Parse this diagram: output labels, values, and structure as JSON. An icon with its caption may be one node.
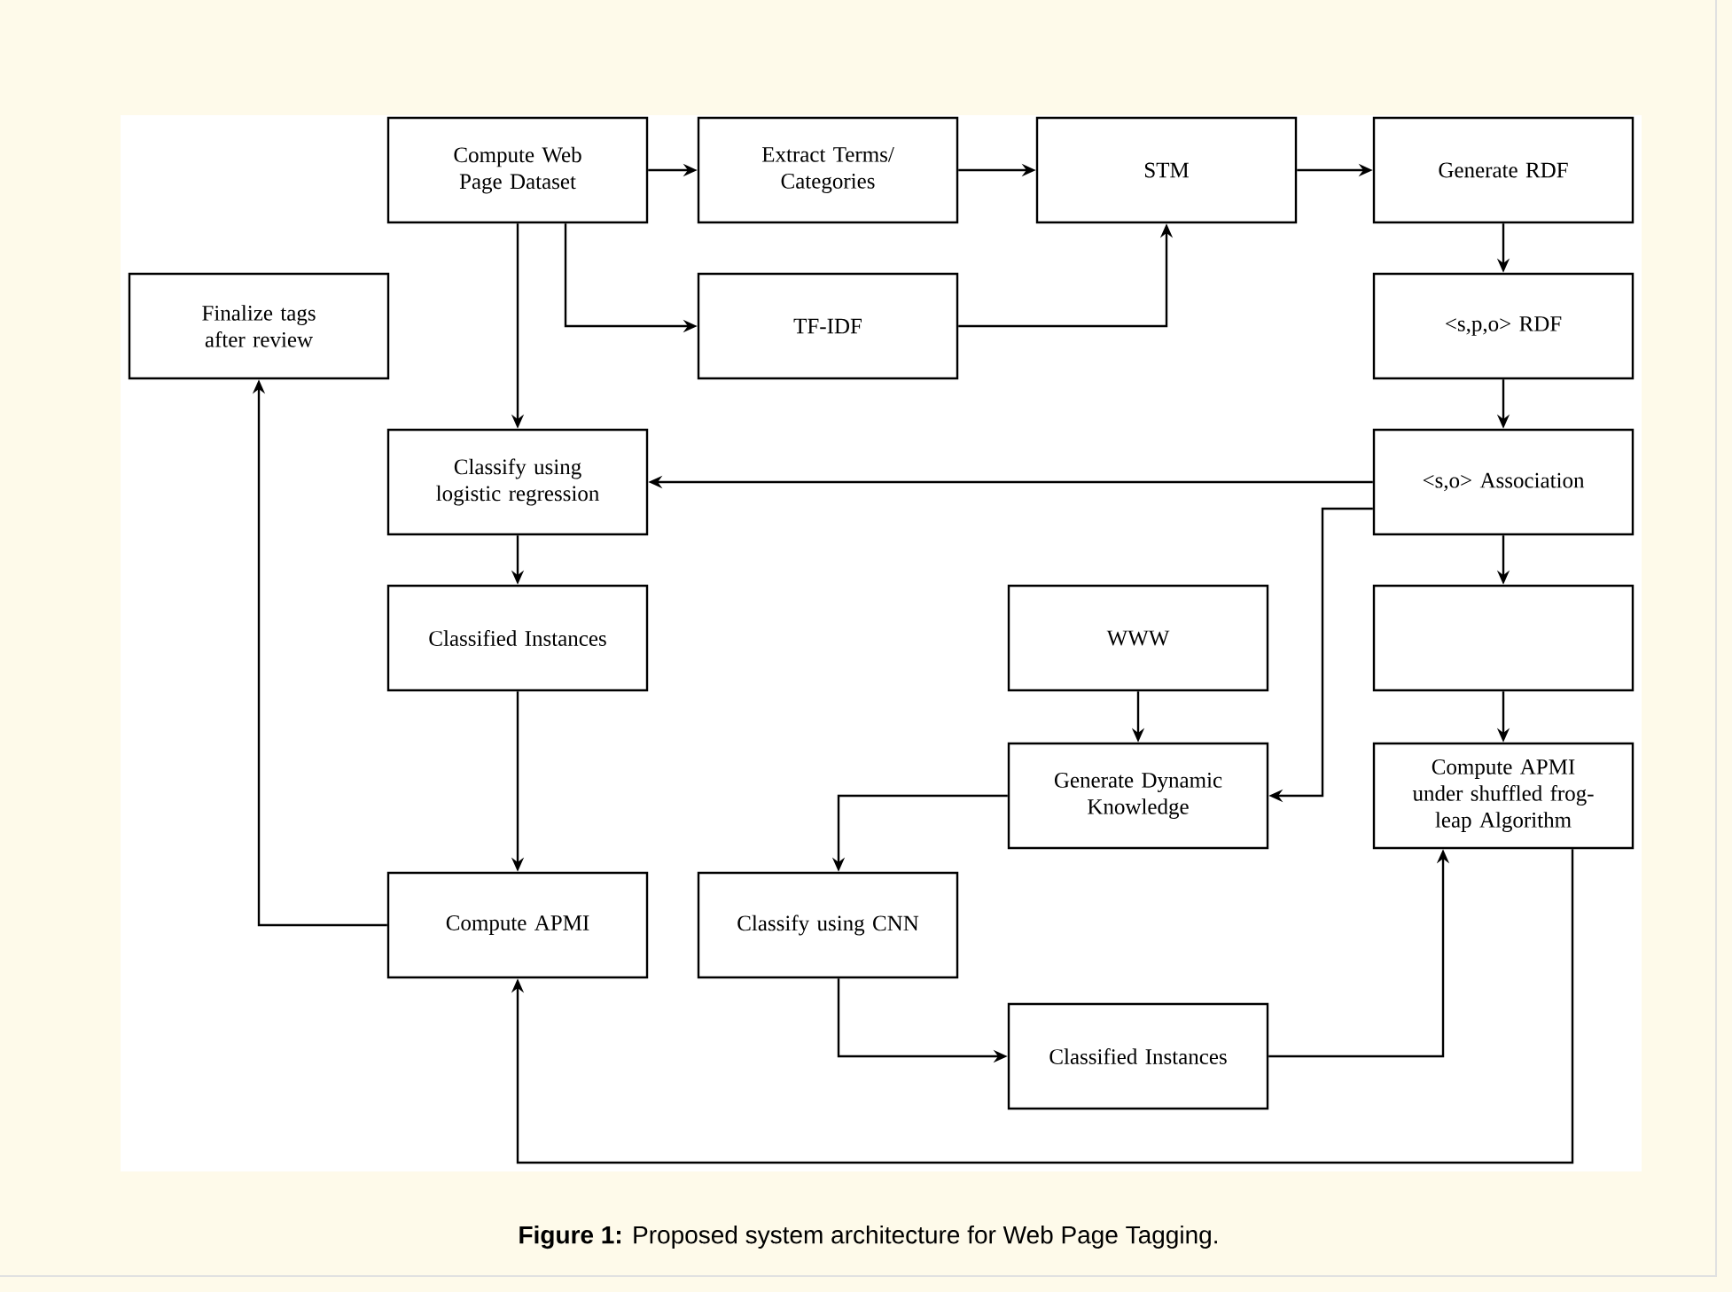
{
  "diagram": {
    "caption": "**Figure 1:** Proposed system architecture for Web Page Tagging.",
    "nodes": [
      {
        "text": [
          "Compute Web Page Dataset"
        ]
      },
      {
        "text": [
          "Extract Terms/ Categories"
        ]
      },
      {
        "text": [
          "STM"
        ]
      },
      {
        "text": [
          "Generate RDF"
        ]
      },
      {
        "text": [
          "Finalize tags after review"
        ]
      },
      {
        "text": [
          "TF-IDF"
        ]
      },
      {
        "text": [
          "<s,p,o> RDF"
        ]
      },
      {
        "text": [
          "Classify using logistic regression"
        ]
      },
      {
        "text": [
          "<s,o> Association"
        ]
      },
      {
        "text": [
          "Classified Instances"
        ]
      },
      {
        "text": [
          "WWW"
        ]
      },
      {
        "text": [],
        "shape": "box"
      },
      {
        "text": [
          "Generate Dynamic Knowledge"
        ]
      },
      {
        "text": [
          "Compute APMI under shuffled frog-leap Algorithm"
        ]
      },
      {
        "text": [
          "Compute APMI"
        ]
      },
      {
        "text": [
          "Classify using CNN"
        ]
      },
      {
        "text": [
          "Classified Instances"
        ]
      }
    ],
    "edges": [
      {
        "from": 0,
        "to": 1,
        "arrow": "to"
      },
      {
        "from": 1,
        "to": 2,
        "arrow": "to"
      },
      {
        "from": 2,
        "to": 3,
        "arrow": "to"
      },
      {
        "from": 0,
        "to": 5,
        "arrow": "to"
      },
      {
        "from": 5,
        "to": 2,
        "arrow": "to"
      },
      {
        "from": 3,
        "to": 6,
        "arrow": "to"
      },
      {
        "from": 6,
        "to": 8,
        "arrow": "to"
      },
      {
        "from": 8,
        "to": 7,
        "arrow": "to"
      },
      {
        "from": 0,
        "to": 7,
        "arrow": "to"
      },
      {
        "from": 7,
        "to": 9,
        "arrow": "to"
      },
      {
        "from": 8,
        "to": 12,
        "arrow": "to"
      },
      {
        "from": 8,
        "to": 11,
        "arrow": "to"
      },
      {
        "from": 9,
        "to": 14,
        "arrow": "to"
      },
      {
        "from": 10,
        "to": 12,
        "arrow": "to"
      },
      {
        "from": 11,
        "to": 13,
        "arrow": "to"
      },
      {
        "from": 12,
        "to": 15,
        "arrow": "to"
      },
      {
        "from": 15,
        "to": 16,
        "arrow": "to"
      },
      {
        "from": 16,
        "to": 13,
        "arrow": "to"
      },
      {
        "from": 14,
        "to": 4,
        "arrow": "to"
      },
      {
        "from": 13,
        "to": 14,
        "arrow": "to"
      }
    ]
  }
}
